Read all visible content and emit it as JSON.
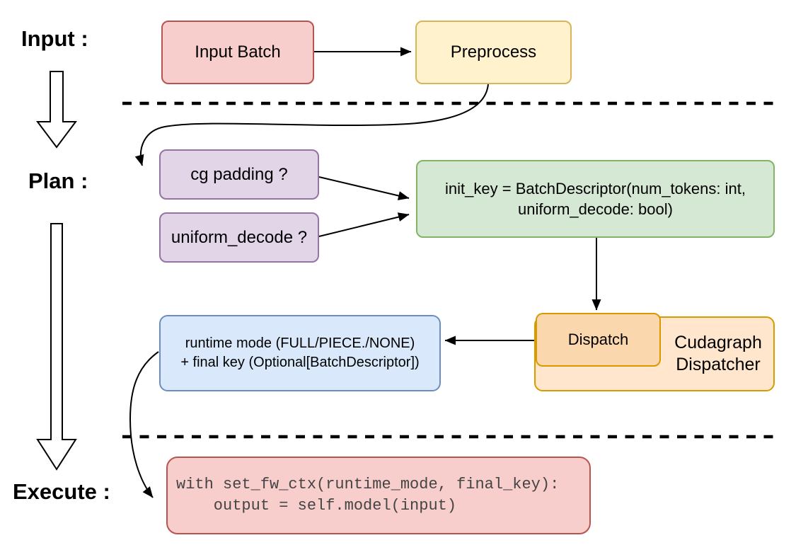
{
  "stages": {
    "input_label": "Input :",
    "plan_label": "Plan :",
    "execute_label": "Execute :"
  },
  "nodes": {
    "input_batch": {
      "label": "Input Batch",
      "fill": "#f8cecc",
      "stroke": "#b85450"
    },
    "preprocess": {
      "label": "Preprocess",
      "fill": "#fff2cc",
      "stroke": "#d6b656"
    },
    "cg_padding": {
      "label": "cg padding ?",
      "fill": "#e1d5e7",
      "stroke": "#9673a6"
    },
    "uniform_decode": {
      "label": "uniform_decode ?",
      "fill": "#e1d5e7",
      "stroke": "#9673a6"
    },
    "init_key": {
      "label": "init_key = BatchDescriptor(num_tokens: int,\nuniform_decode: bool)",
      "fill": "#d5e8d4",
      "stroke": "#82b366"
    },
    "runtime_mode": {
      "label": "runtime mode (FULL/PIECE./NONE)\n+ final key (Optional[BatchDescriptor])",
      "fill": "#dae8fc",
      "stroke": "#6c8ebf"
    },
    "dispatch": {
      "label": "Dispatch",
      "fill": "#fad7ac",
      "stroke": "#d79b00"
    },
    "cudagraph_dispatcher": {
      "label": "Cudagraph\nDispatcher",
      "fill": "#ffe6cc",
      "stroke": "#d79b00"
    },
    "execute_code": {
      "label": "with set_fw_ctx(runtime_mode, final_key):\n    output = self.model(input)",
      "fill": "#f8cecc",
      "stroke": "#b85450",
      "text_color": "#444444"
    }
  },
  "style": {
    "connector_color": "#000000",
    "divider_style": "dashed",
    "background": "#ffffff"
  }
}
